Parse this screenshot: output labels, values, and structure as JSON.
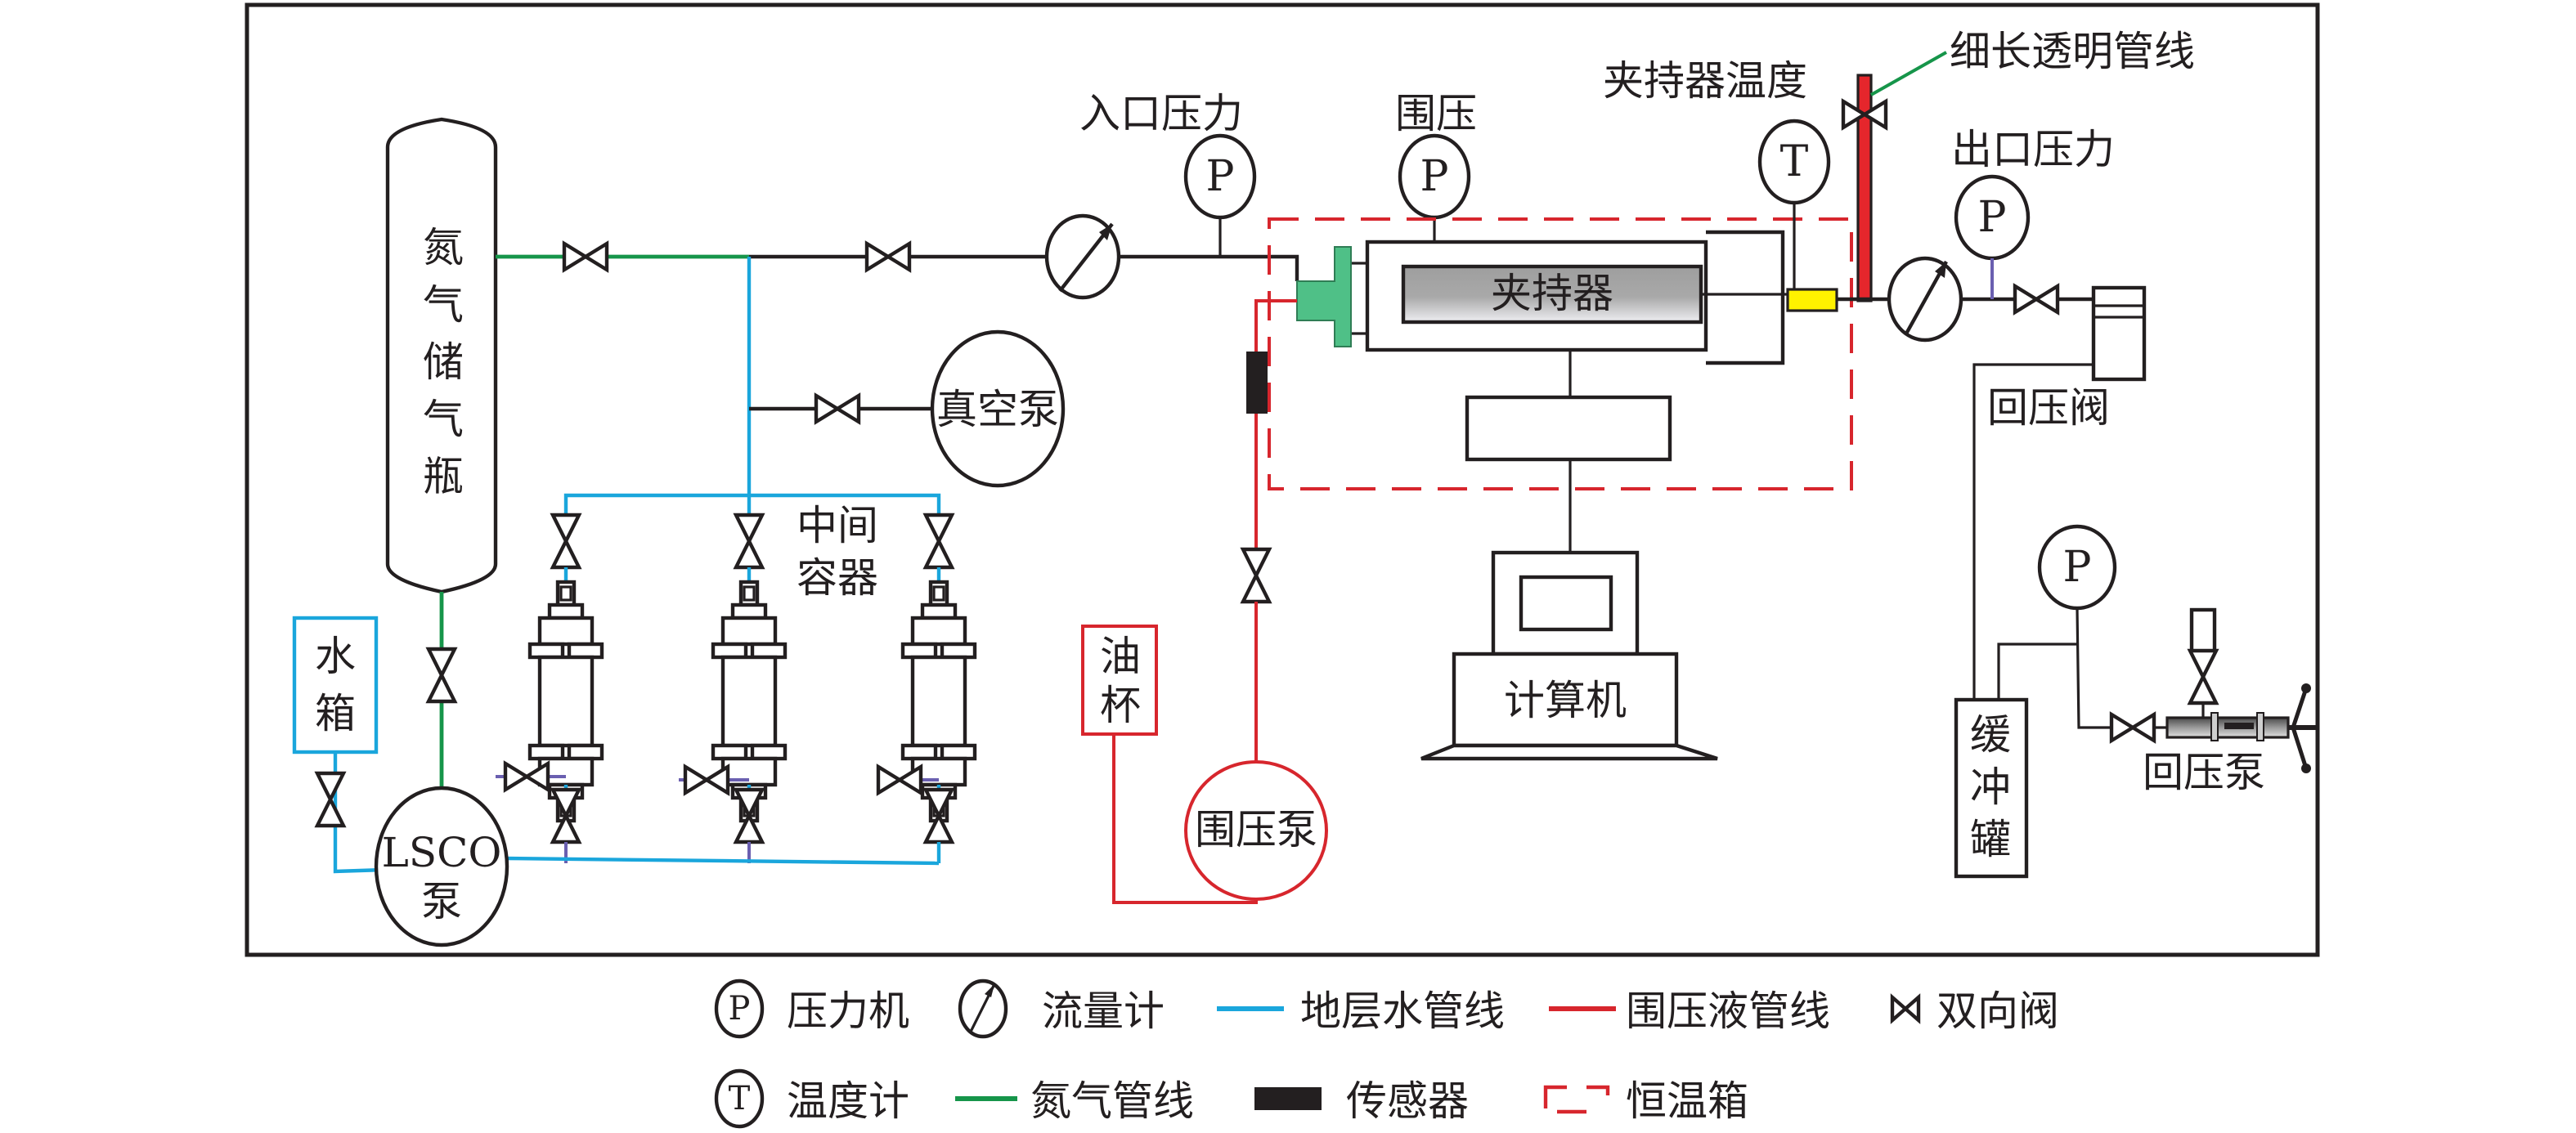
{
  "colors": {
    "nitrogen_line": "#16954a",
    "formation_water_line": "#1aa6dc",
    "confining_fluid_line": "#d7262d",
    "sensor": "#231f20",
    "thermostat_box": "#d7262d",
    "holder_end_cap": "#4fc087",
    "outlet_fitting": "#fff200",
    "slim_tube": "#e5262c"
  },
  "labels": {
    "nitrogen_cylinder": [
      "氮",
      "气",
      "储",
      "气",
      "瓶"
    ],
    "vacuum_pump": "真空泵",
    "intermediate_container": [
      "中间",
      "容器"
    ],
    "water_tank": [
      "水",
      "箱"
    ],
    "lsco_pump": [
      "LSCO",
      "泵"
    ],
    "inlet_pressure": "入口压力",
    "confining_pressure": "围压",
    "holder_temperature": "夹持器温度",
    "slim_tube": "细长透明管线",
    "outlet_pressure": "出口压力",
    "core_holder": "夹持器",
    "back_pressure_valve": "回压阀",
    "oil_cup": [
      "油",
      "杯"
    ],
    "confining_pump": "围压泵",
    "computer": "计算机",
    "buffer_tank": [
      "缓",
      "冲",
      "罐"
    ],
    "back_pressure_pump": "回压泵",
    "gauge_p": "P",
    "gauge_t": "T"
  },
  "legend": {
    "row1": [
      {
        "icon": "pressure-gauge-icon",
        "symbol": "P",
        "label": "压力机"
      },
      {
        "icon": "flowmeter-icon",
        "label": "流量计"
      },
      {
        "icon": "formation-water-line-icon",
        "label": "地层水管线"
      },
      {
        "icon": "confining-fluid-line-icon",
        "label": "围压液管线"
      },
      {
        "icon": "two-way-valve-icon",
        "label": "双向阀"
      }
    ],
    "row2": [
      {
        "icon": "thermometer-icon",
        "symbol": "T",
        "label": "温度计"
      },
      {
        "icon": "nitrogen-line-icon",
        "label": "氮气管线"
      },
      {
        "icon": "sensor-icon",
        "label": "传感器"
      },
      {
        "icon": "thermostat-box-icon",
        "label": "恒温箱"
      }
    ]
  }
}
